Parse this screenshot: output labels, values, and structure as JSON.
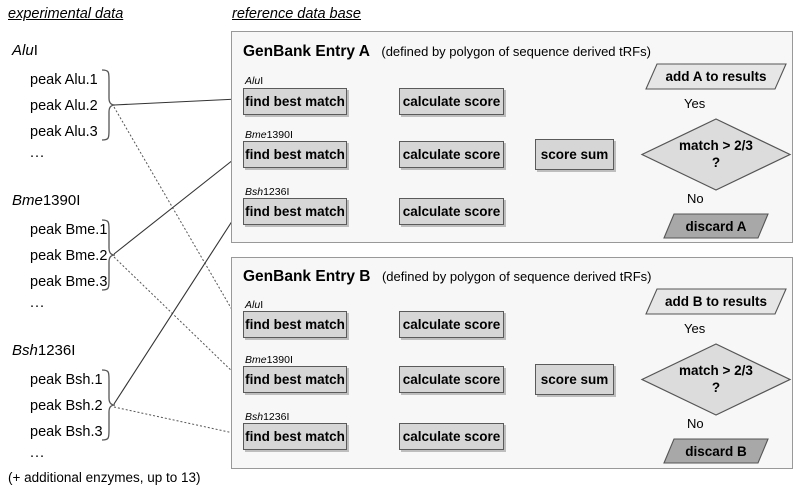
{
  "headings": {
    "experimental": "experimental data",
    "reference": "reference data base"
  },
  "colors": {
    "process_fill": "#d6d6d6",
    "process_border": "#5a5a5a",
    "entry_fill": "#f7f7f7",
    "entry_border": "#999999",
    "accept_fill": "#e6e6e6",
    "discard_fill": "#a8a8a8",
    "diamond_fill": "#dcdcdc",
    "line": "#333333"
  },
  "experimental": {
    "groups": [
      {
        "enzyme_italic": "Alu",
        "enzyme_roman": "I",
        "peaks": [
          "peak Alu.1",
          "peak Alu.2",
          "peak Alu.3"
        ],
        "ellipsis": "..."
      },
      {
        "enzyme_italic": "Bme",
        "enzyme_roman": "1390I",
        "peaks": [
          "peak Bme.1",
          "peak Bme.2",
          "peak Bme.3"
        ],
        "ellipsis": "..."
      },
      {
        "enzyme_italic": "Bsh",
        "enzyme_roman": "1236I",
        "peaks": [
          "peak Bsh.1",
          "peak Bsh.2",
          "peak Bsh.3"
        ],
        "ellipsis": "..."
      }
    ],
    "footnote": "(+ additional enzymes, up to 13)"
  },
  "entries": [
    {
      "title": "GenBank Entry A",
      "subtitle": "(defined by polygon of sequence derived tRFs)",
      "rows": [
        {
          "enzyme_italic": "Alu",
          "enzyme_roman": "I",
          "step1": "find best match",
          "step2": "calculate score"
        },
        {
          "enzyme_italic": "Bme",
          "enzyme_roman": "1390I",
          "step1": "find best match",
          "step2": "calculate score"
        },
        {
          "enzyme_italic": "Bsh",
          "enzyme_roman": "1236I",
          "step1": "find best match",
          "step2": "calculate score"
        }
      ],
      "score_sum": "score sum",
      "decision_line1": "match >  2/3",
      "decision_line2": "?",
      "yes_label": "Yes",
      "no_label": "No",
      "accept": "add A to results",
      "discard": "discard A"
    },
    {
      "title": "GenBank Entry B",
      "subtitle": "(defined by polygon of sequence derived tRFs)",
      "rows": [
        {
          "enzyme_italic": "Alu",
          "enzyme_roman": "I",
          "step1": "find best match",
          "step2": "calculate score"
        },
        {
          "enzyme_italic": "Bme",
          "enzyme_roman": "1390I",
          "step1": "find best match",
          "step2": "calculate score"
        },
        {
          "enzyme_italic": "Bsh",
          "enzyme_roman": "1236I",
          "step1": "find best match",
          "step2": "calculate score"
        }
      ],
      "score_sum": "score sum",
      "decision_line1": "match >  2/3",
      "decision_line2": "?",
      "yes_label": "Yes",
      "no_label": "No",
      "accept": "add B to results",
      "discard": "discard B"
    }
  ]
}
